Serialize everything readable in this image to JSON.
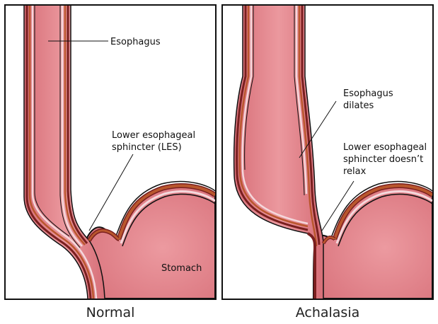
{
  "panels": {
    "normal": {
      "caption": "Normal",
      "labels": {
        "esophagus": "Esophagus",
        "les_line1": "Lower esophageal",
        "les_line2": "sphincter (LES)",
        "stomach": "Stomach"
      }
    },
    "achalasia": {
      "caption": "Achalasia",
      "labels": {
        "dilates_line1": "Esophagus",
        "dilates_line2": "dilates",
        "les_line1": "Lower esophageal",
        "les_line2": "sphincter doesn’t",
        "les_line3": "relax"
      }
    }
  },
  "colors": {
    "tissue_fill": "#e5888f",
    "tissue_dark": "#c9646d",
    "wall_outer": "#7a1f1f",
    "wall_muscle": "#b9572d",
    "lining": "#f4d8dc",
    "outline": "#111111"
  }
}
